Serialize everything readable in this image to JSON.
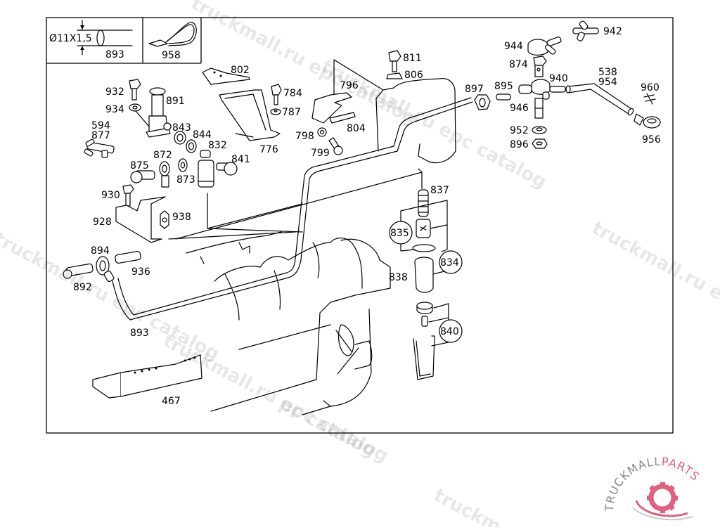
{
  "diagram": {
    "title": "Fuel pre-filter and fuel lines — exploded parts view",
    "inset": {
      "hose_spec": "Ø11X1,5",
      "hose_part": "893",
      "clip_part": "958"
    },
    "callouts": [
      {
        "id": "802",
        "label": "802"
      },
      {
        "id": "784",
        "label": "784"
      },
      {
        "id": "787",
        "label": "787"
      },
      {
        "id": "776",
        "label": "776"
      },
      {
        "id": "796",
        "label": "796"
      },
      {
        "id": "804",
        "label": "804"
      },
      {
        "id": "798",
        "label": "798"
      },
      {
        "id": "799",
        "label": "799"
      },
      {
        "id": "811",
        "label": "811"
      },
      {
        "id": "806",
        "label": "806"
      },
      {
        "id": "897",
        "label": "897"
      },
      {
        "id": "895",
        "label": "895"
      },
      {
        "id": "944",
        "label": "944"
      },
      {
        "id": "942",
        "label": "942"
      },
      {
        "id": "874",
        "label": "874"
      },
      {
        "id": "940",
        "label": "940"
      },
      {
        "id": "946",
        "label": "946"
      },
      {
        "id": "952",
        "label": "952"
      },
      {
        "id": "896",
        "label": "896"
      },
      {
        "id": "538",
        "label": "538"
      },
      {
        "id": "954",
        "label": "954"
      },
      {
        "id": "960",
        "label": "960"
      },
      {
        "id": "956",
        "label": "956"
      },
      {
        "id": "932",
        "label": "932"
      },
      {
        "id": "934",
        "label": "934"
      },
      {
        "id": "891",
        "label": "891"
      },
      {
        "id": "594",
        "label": "594"
      },
      {
        "id": "877",
        "label": "877"
      },
      {
        "id": "843",
        "label": "843"
      },
      {
        "id": "844",
        "label": "844"
      },
      {
        "id": "832",
        "label": "832"
      },
      {
        "id": "872",
        "label": "872"
      },
      {
        "id": "875",
        "label": "875"
      },
      {
        "id": "873",
        "label": "873"
      },
      {
        "id": "841",
        "label": "841"
      },
      {
        "id": "930",
        "label": "930"
      },
      {
        "id": "928",
        "label": "928"
      },
      {
        "id": "938",
        "label": "938"
      },
      {
        "id": "894",
        "label": "894"
      },
      {
        "id": "936",
        "label": "936"
      },
      {
        "id": "892",
        "label": "892"
      },
      {
        "id": "893",
        "label": "893"
      },
      {
        "id": "837",
        "label": "837"
      },
      {
        "id": "838",
        "label": "838"
      },
      {
        "id": "467",
        "label": "467"
      }
    ],
    "circled_callouts": [
      {
        "id": "835",
        "label": "835"
      },
      {
        "id": "834",
        "label": "834"
      },
      {
        "id": "840",
        "label": "840"
      }
    ]
  },
  "watermark": {
    "text_1": "truckmall.ru epc catalog",
    "text_2": "truckmall.ru epc catalog",
    "text_3": "truckmall.ru epc catalog",
    "text_4": "truckmall.ru epc catalog",
    "text_5": "truckmall.ru e",
    "text_6": "pc catalog",
    "text_7": "truckm"
  },
  "logo": {
    "word_1": "TRUCKMALL",
    "word_2": "PARTS",
    "accent_color": "#e0607e",
    "gray_color": "#8a8a8a"
  }
}
